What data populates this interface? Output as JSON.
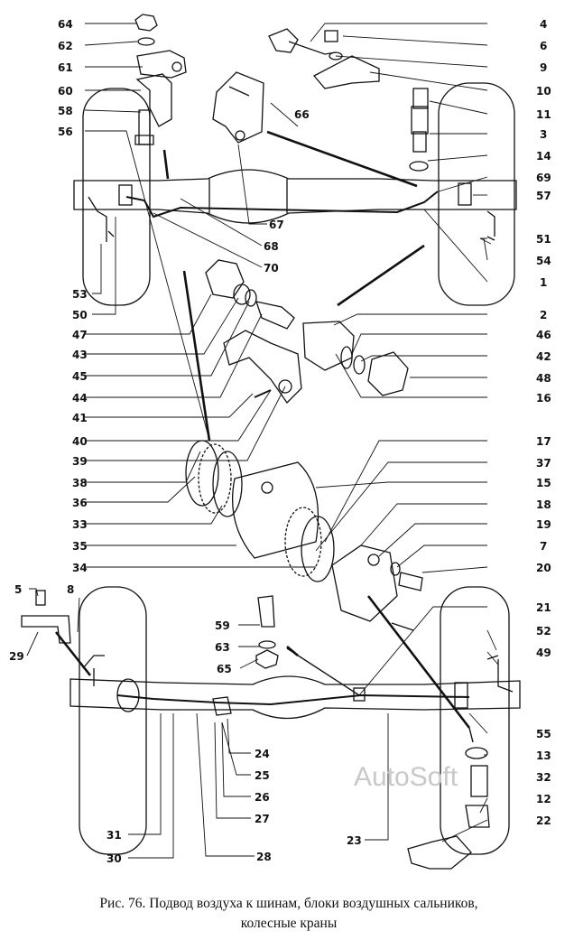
{
  "labels_left": [
    "64",
    "62",
    "61",
    "60",
    "58",
    "56",
    "53",
    "50",
    "47",
    "43",
    "45",
    "44",
    "41",
    "40",
    "39",
    "38",
    "36",
    "33",
    "35",
    "34",
    "5",
    "29",
    "59",
    "63",
    "65",
    "31",
    "30",
    "28",
    "24",
    "25",
    "26",
    "27"
  ],
  "labels_right": [
    "4",
    "6",
    "9",
    "10",
    "66",
    "11",
    "3",
    "14",
    "69",
    "57",
    "67",
    "68",
    "70",
    "51",
    "54",
    "1",
    "2",
    "46",
    "42",
    "48",
    "16",
    "17",
    "37",
    "15",
    "18",
    "19",
    "7",
    "20",
    "8",
    "21",
    "52",
    "49",
    "55",
    "13",
    "32",
    "12",
    "22",
    "23"
  ],
  "caption": {
    "line1": "Рис. 76. Подвод воздуха к шинам, блоки воздушных сальников,",
    "line2": "колесные краны"
  },
  "watermark": "AutoSoft"
}
